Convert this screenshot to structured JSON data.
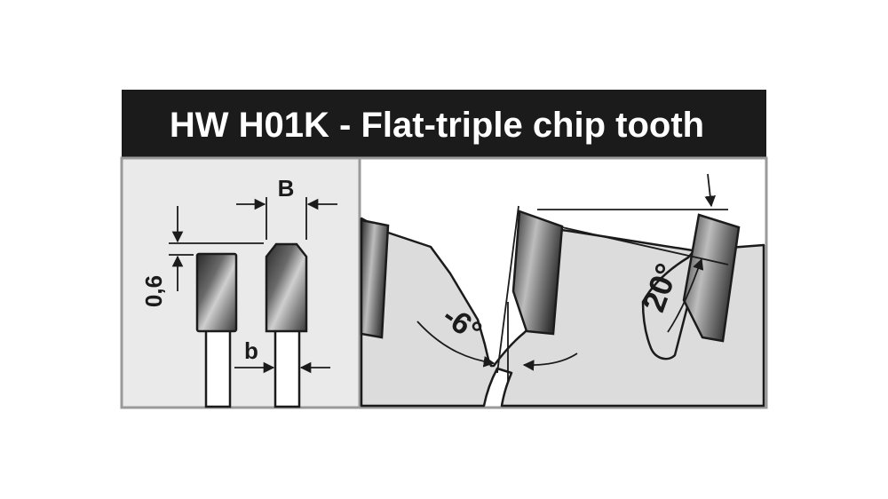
{
  "title": "HW H01K - Flat-triple chip tooth",
  "labels": {
    "B": "B",
    "b": "b",
    "chamfer": "0,6",
    "hook_angle": "-6°",
    "clearance_angle": "20°"
  },
  "colors": {
    "header": "#1b1b1b",
    "title_text": "#ffffff",
    "frame": "#9a9a9a",
    "panel_fill": "#eaeaea",
    "blade_fill": "#dcdcdc",
    "line": "#1b1b1b"
  }
}
